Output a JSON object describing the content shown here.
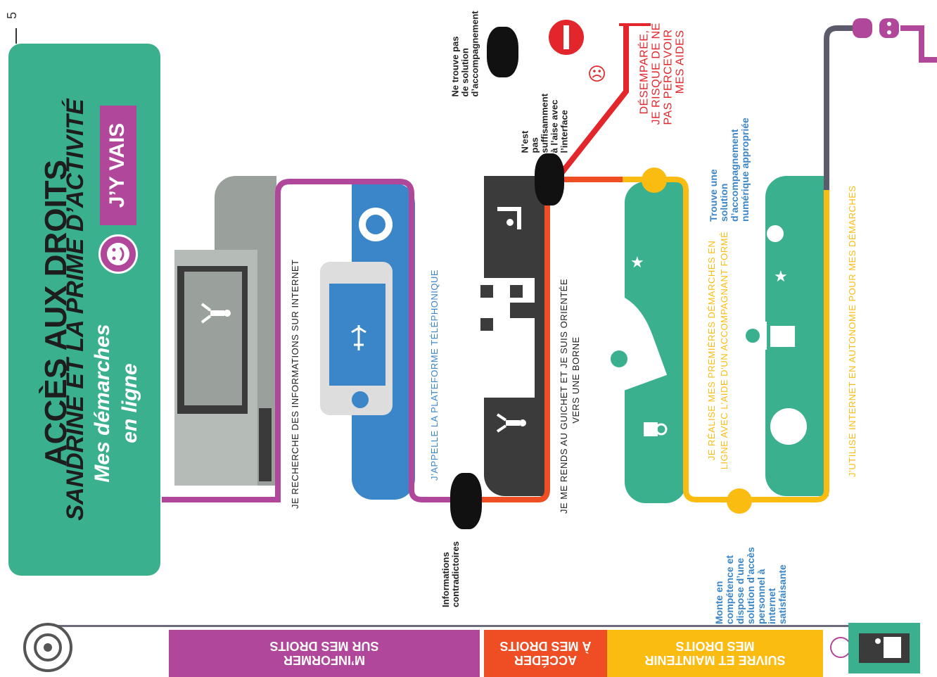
{
  "page_number": "5",
  "title": {
    "main": "ACCÈS AUX DROITS",
    "subtitle": "SANDRINE ET LA PRIME D’ACTIVITÉ",
    "section": "Mes démarches",
    "section2": "en ligne",
    "badge": "J’Y VAIS"
  },
  "steps": {
    "internet": "JE RECHERCHE DES INFORMATIONS SUR INTERNET",
    "phone": "J’APPELLE LA PLATEFORME TÉLÉPHONIQUE",
    "guichet_1": "JE ME RENDS AU GUICHET ET JE SUIS ORIENTÉE",
    "guichet_2": "VERS UNE BORNE",
    "first_1": "JE RÉALISE MES PREMIÈRES DÉMARCHES EN",
    "first_2": "LIGNE AVEC L’AIDE D’UN ACCOMPAGNANT FORMÉ",
    "autonomy": "J’UTILISE INTERNET EN AUTONOMIE POUR MES DÉMARCHES"
  },
  "obstacles": {
    "contradictory": "Informations\ncontradictoires",
    "not_at_ease": "N’est\npas\nsuffisamment\nà l’aise avec\nl’interface",
    "no_support": "Ne trouve pas\nde solution\nd’accompagnement"
  },
  "successes": {
    "finds_solution": "Trouve une\nsolution\nd’accompagnement\nnumérique appropriée",
    "skills_up": "Monte en\ncompétence et\ndispose d’une\nsolution d’accès\npersonnel à\ninternet\nsatisfaisante"
  },
  "failure": "DÉSEMPARÉE,\nJE RISQUE DE NE\nPAS PERCEVOIR\nMES AIDES",
  "bottom": {
    "inform": "M’INFORMER\nSUR MES DROITS",
    "access": "ACCÉDER\nÀ MES DROITS",
    "follow": "SUIVRE ET MAINTENIR\nMES DROITS"
  },
  "colors": {
    "teal": "#3bb08f",
    "purple": "#b0479a",
    "orange": "#ef4d24",
    "yellow": "#fbbc12",
    "grey": "#9aa19c",
    "blue": "#3a86c8",
    "dark": "#3b3b3b",
    "red": "#e3262b"
  },
  "icons": [
    "smiley-icon",
    "lifebuoy-icon",
    "phone-icon",
    "person-icon",
    "rocket-icon",
    "astronaut-icon",
    "planet-icon",
    "star-icon",
    "lightbulb-icon",
    "storm-cloud-icon",
    "no-entry-icon",
    "plug-icon",
    "target-icon"
  ]
}
